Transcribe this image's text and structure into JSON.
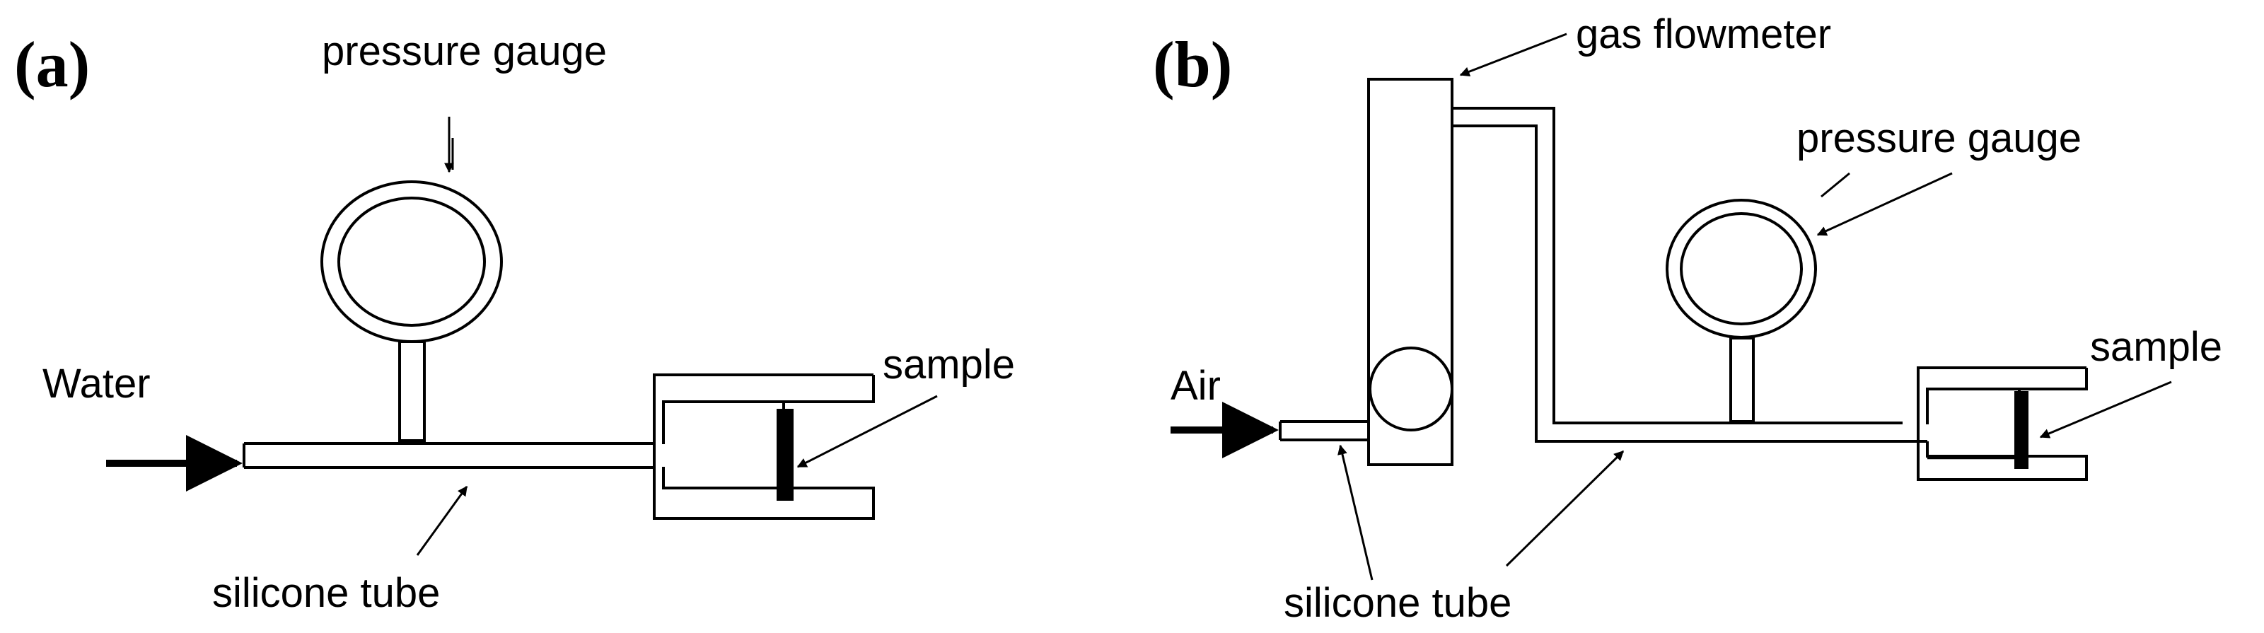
{
  "panel_a": {
    "letter": "(a)",
    "labels": {
      "pressure_gauge": "pressure gauge",
      "water": "Water",
      "sample": "sample",
      "silicone_tube": "silicone tube"
    }
  },
  "panel_b": {
    "letter": "(b)",
    "labels": {
      "gas_flowmeter": "gas flowmeter",
      "pressure_gauge": "pressure gauge",
      "air": "Air",
      "sample": "sample",
      "silicone_tube": "silicone tube"
    }
  }
}
